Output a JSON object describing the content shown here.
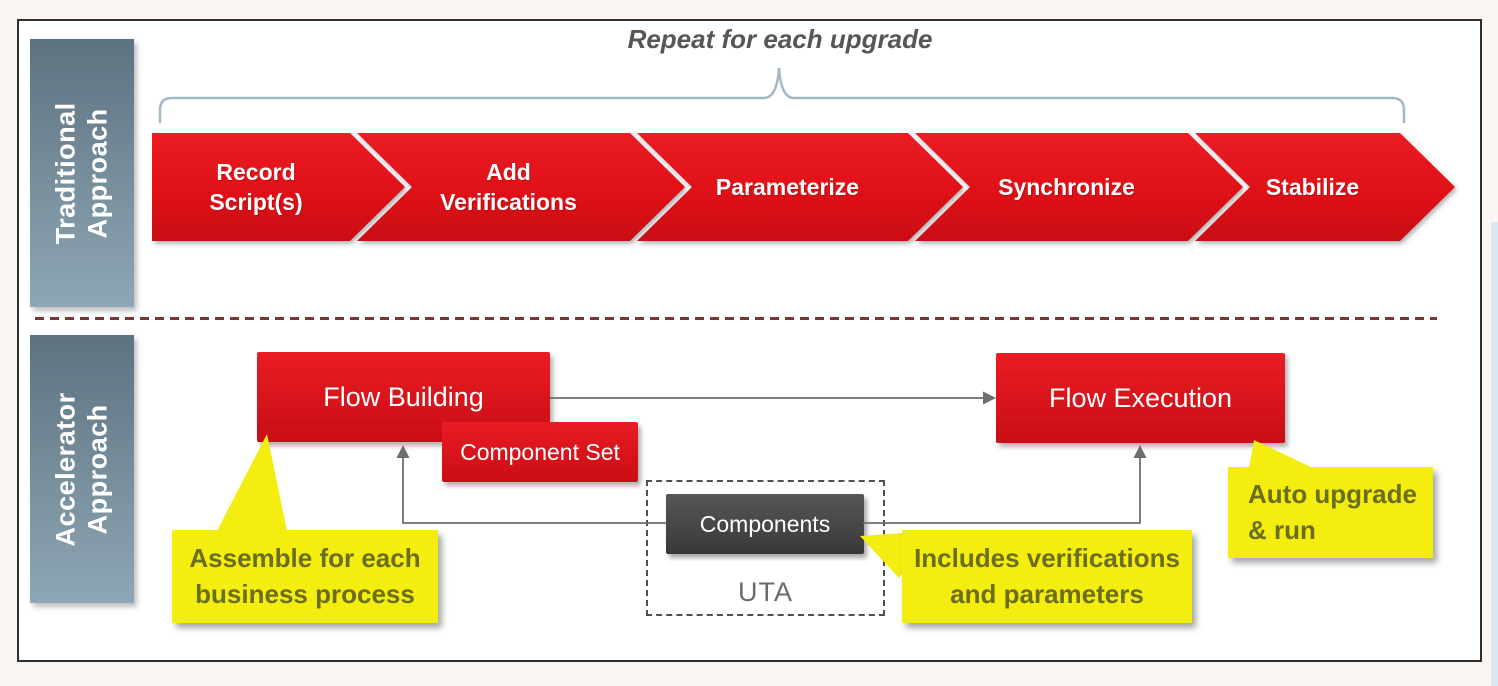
{
  "slide": {
    "top_section": {
      "label_lines": [
        "Traditional",
        "Approach"
      ],
      "caption": "Repeat for each upgrade",
      "chevrons": [
        {
          "lines": [
            "Record",
            "Script(s)"
          ]
        },
        {
          "lines": [
            "Add",
            "Verifications"
          ]
        },
        {
          "lines": [
            "Parameterize"
          ]
        },
        {
          "lines": [
            "Synchronize"
          ]
        },
        {
          "lines": [
            "Stabilize"
          ]
        }
      ]
    },
    "bottom_section": {
      "label_lines": [
        "Accelerator",
        "Approach"
      ],
      "flow_building": "Flow Building",
      "component_set": "Component Set",
      "flow_execution": "Flow Execution",
      "components": "Components",
      "uta": "UTA",
      "callouts": {
        "assemble": [
          "Assemble for each",
          "business process"
        ],
        "includes": [
          "Includes verifications",
          "and parameters"
        ],
        "auto_upgrade": [
          "Auto upgrade",
          "& run"
        ]
      }
    }
  },
  "colors": {
    "red_top": "#ea1c24",
    "red_bottom": "#c90d14",
    "slate_top": "#5e7280",
    "slate_bottom": "#8ea7b4",
    "yellow": "#f4ed10",
    "callout_text": "#6b6d1f",
    "dark_top": "#575757",
    "dark_bottom": "#383838",
    "brace": "#a2bac7",
    "divider": "#7a3434",
    "line": "#6e6e6e",
    "uta_text": "#6a6a6a",
    "caption_text": "#565656",
    "border": "#2e2e2e",
    "right_strip": "#dce6f1"
  }
}
